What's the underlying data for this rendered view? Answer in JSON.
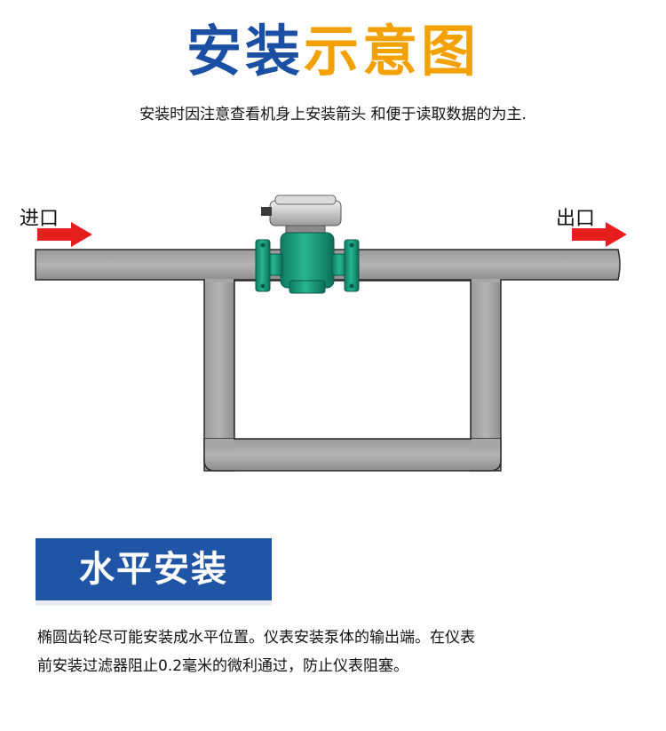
{
  "header": {
    "title_part1": "安装",
    "title_part2": "示意图",
    "subtitle": "安装时因注意查看机身上安装箭头 和便于读取数据的为主."
  },
  "diagram": {
    "inlet_label": "进口",
    "outlet_label": "出口",
    "pipe_color": "#a9a9a9",
    "flowmeter_color": "#1fa083",
    "arrow_color": "#e61e1e"
  },
  "section": {
    "badge_label": "水平安装",
    "description_line1": "椭圆齿轮尽可能安装成水平位置。仪表安装泵体的输出端。在仪表",
    "description_line2": "前安装过滤器阻止0.2毫米的微利通过，防止仪表阻塞。"
  }
}
